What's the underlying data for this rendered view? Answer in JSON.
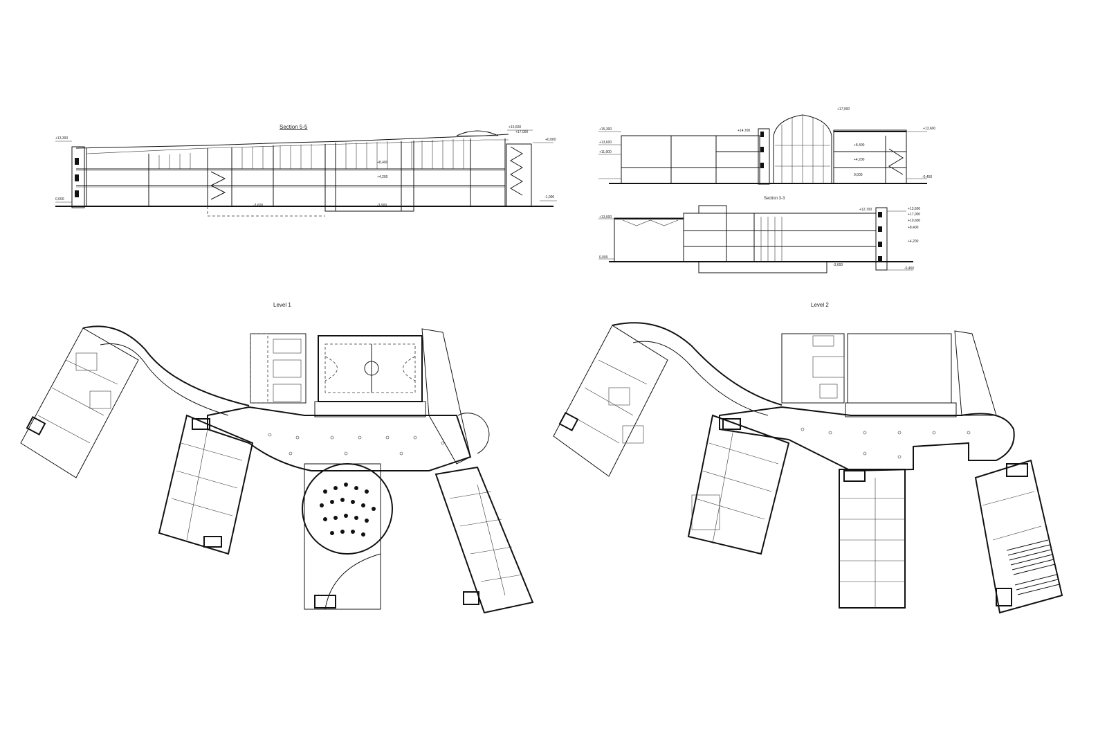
{
  "drawings": {
    "section_5_5": {
      "title": "Section 5-5"
    },
    "section_3_3": {
      "title": "Section 3-3"
    },
    "level_1": {
      "title": "Level 1"
    },
    "level_2": {
      "title": "Level 2"
    }
  },
  "elevations_5_5": [
    "+13,300",
    "+15,600",
    "+17,000",
    "+8,400",
    "+4,200",
    "0,000",
    "-3,600",
    "-3,900",
    "-1,000",
    "+0,000"
  ],
  "elevations_section_a": [
    "+15,300",
    "+17,000",
    "+13,600",
    "+11,900",
    "+14,700",
    "+8,400",
    "+4,200",
    "0,000",
    "-0,450",
    "+13,600"
  ],
  "elevations_3_3": [
    "+13,600",
    "+12,700",
    "+10,600",
    "+8,400",
    "+4,200",
    "0,000",
    "-3,600",
    "-0,450",
    "+13,600",
    "+17,000"
  ],
  "colors": {
    "ink": "#111111",
    "paper": "#ffffff"
  }
}
